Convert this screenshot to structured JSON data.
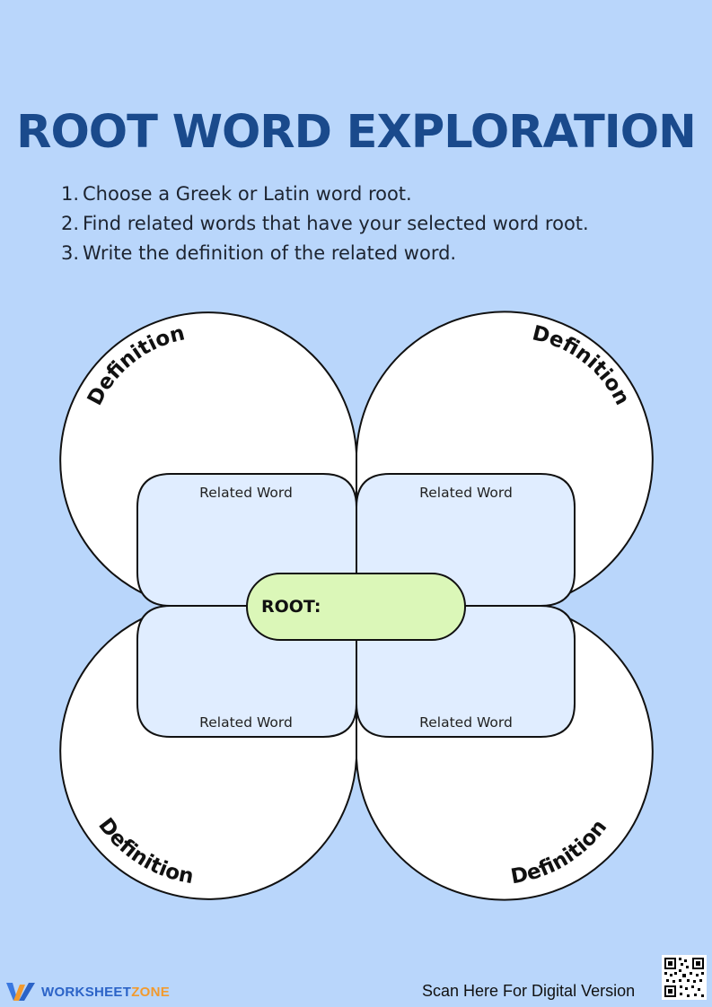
{
  "title": "ROOT WORD EXPLORATION",
  "steps": [
    {
      "num": "1.",
      "text": "Choose a Greek or Latin word root."
    },
    {
      "num": "2.",
      "text": "Find related words that have your selected word root."
    },
    {
      "num": "3.",
      "text": "Write the definition of the related word."
    }
  ],
  "organizer": {
    "definition_labels": [
      "Definition",
      "Definition",
      "Definition",
      "Definition"
    ],
    "related_word_labels": [
      "Related Word",
      "Related Word",
      "Related Word",
      "Related Word"
    ],
    "root_label": "ROOT:"
  },
  "footer": {
    "brand_part1": "WORKSHEET",
    "brand_part2": "ZONE",
    "scan_text": "Scan Here For Digital Version"
  },
  "colors": {
    "background": "#b9d6fb",
    "title": "#1a4a8c",
    "petal_fill": "#ffffff",
    "related_fill": "#e0edff",
    "root_fill": "#dbf7b8"
  },
  "icons": [
    "worksheet-zone-logo-icon",
    "qr-code-icon"
  ]
}
